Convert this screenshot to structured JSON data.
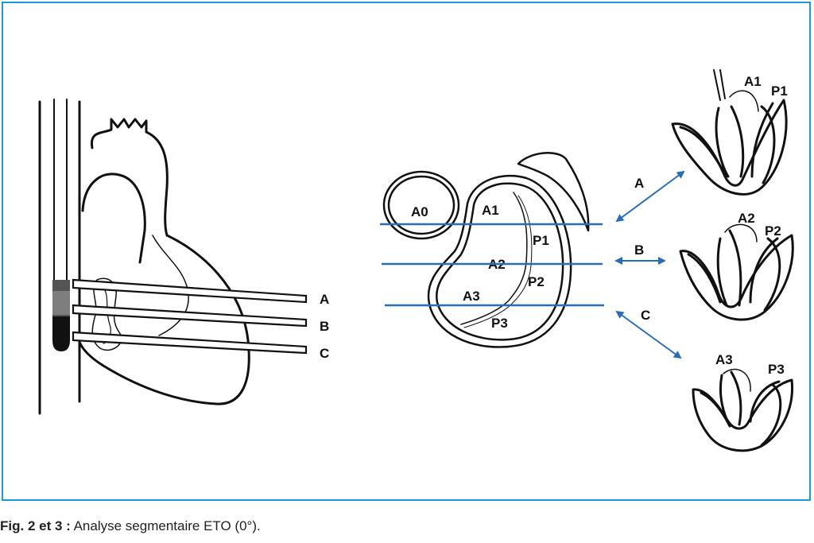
{
  "caption": {
    "figure_label": "Fig. 2 et 3 :",
    "text": "Analyse segmentaire ETO (0°)."
  },
  "heart_view": {
    "plane_labels": [
      "A",
      "B",
      "C"
    ]
  },
  "valve_view": {
    "aorta_label": "A0",
    "segments": [
      "A1",
      "P1",
      "A2",
      "P2",
      "A3",
      "P3"
    ]
  },
  "arrow_labels": [
    "A",
    "B",
    "C"
  ],
  "leaflet_views": [
    {
      "anterior": "A1",
      "posterior": "P1"
    },
    {
      "anterior": "A2",
      "posterior": "P2"
    },
    {
      "anterior": "A3",
      "posterior": "P3"
    }
  ],
  "colors": {
    "frame": "#1d9ad8",
    "plane_lines": "#2a6db5",
    "drawing": "#111111"
  }
}
